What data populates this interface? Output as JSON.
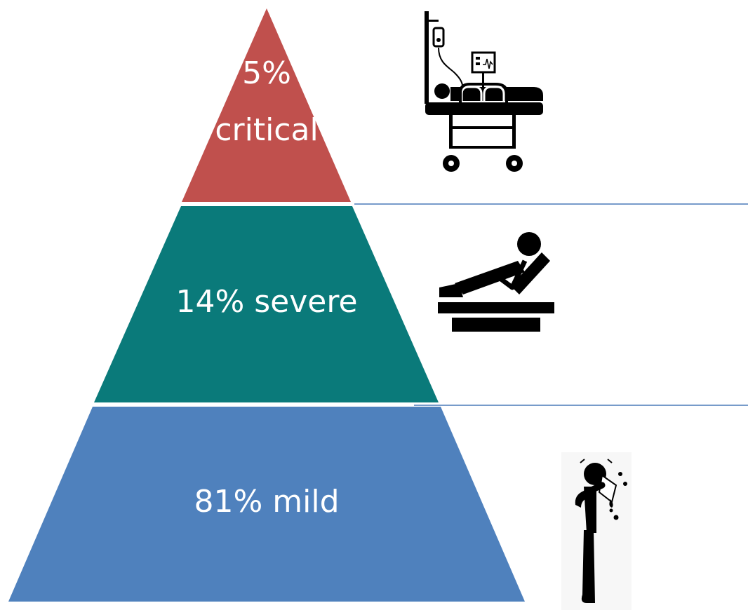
{
  "pyramid": {
    "tiers": [
      {
        "key": "critical",
        "percent": 5,
        "label_lines": [
          "5%",
          "critical"
        ],
        "color": "#c0504d",
        "icon": "hospital-bed-iv-icon"
      },
      {
        "key": "severe",
        "percent": 14,
        "label_lines": [
          "14% severe"
        ],
        "color": "#0a7a7a",
        "icon": "reclining-patient-icon"
      },
      {
        "key": "mild",
        "percent": 81,
        "label_lines": [
          "81% mild"
        ],
        "color": "#4f81bd",
        "icon": "sneezing-person-icon"
      }
    ],
    "divider_color": "#4a7ab8"
  }
}
